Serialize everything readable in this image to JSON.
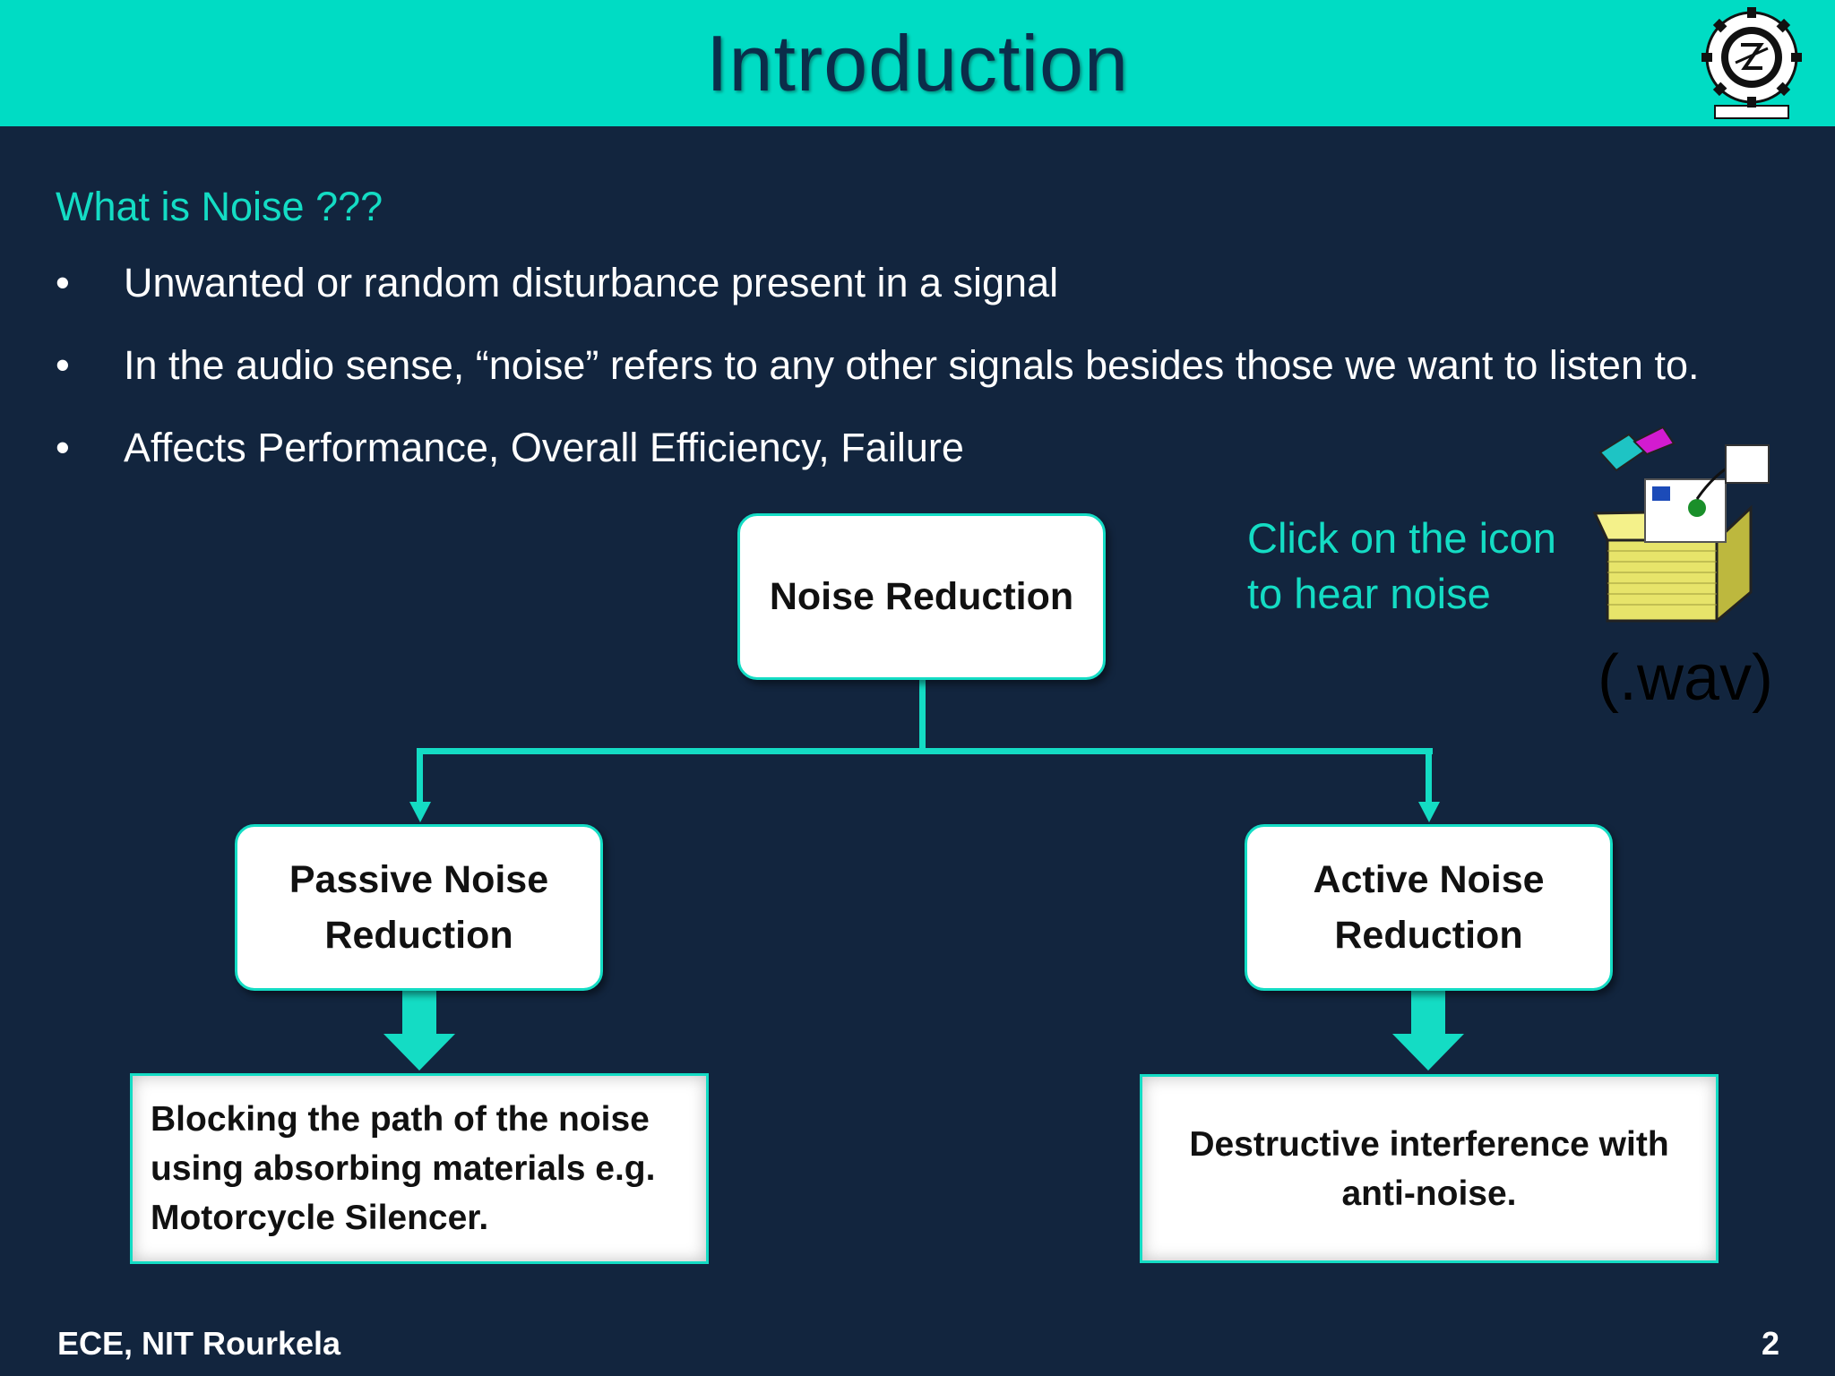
{
  "slide": {
    "title": "Introduction",
    "subtitle": "What is Noise ???",
    "bullets": [
      {
        "marker": "•",
        "text": "Unwanted or random disturbance present in a signal"
      },
      {
        "marker": "•",
        "text": "In the audio sense, “noise” refers to any other signals besides those we want to listen to."
      },
      {
        "marker": "•",
        "text": "Affects Performance, Overall Efficiency, Failure"
      }
    ]
  },
  "diagram": {
    "root": "Noise Reduction",
    "left_branch": {
      "line1": "Passive Noise",
      "line2": "Reduction",
      "desc": [
        "Blocking the path of the noise",
        "using absorbing materials e.g.",
        "Motorcycle Silencer."
      ]
    },
    "right_branch": {
      "line1": "Active Noise",
      "line2": "Reduction",
      "desc": [
        "Destructive interference with",
        "anti-noise."
      ]
    }
  },
  "audio": {
    "hint_line1": "Click on the icon",
    "hint_line2": "to hear noise",
    "file_label": "(.wav)",
    "icon": "package-sound-icon"
  },
  "footer": {
    "left": "ECE, NIT Rourkela",
    "page": "2"
  },
  "colors": {
    "header_bg": "#00dcc4",
    "accent": "#14dcc4",
    "background": "#12253e",
    "title_text": "#0b2d4a"
  }
}
